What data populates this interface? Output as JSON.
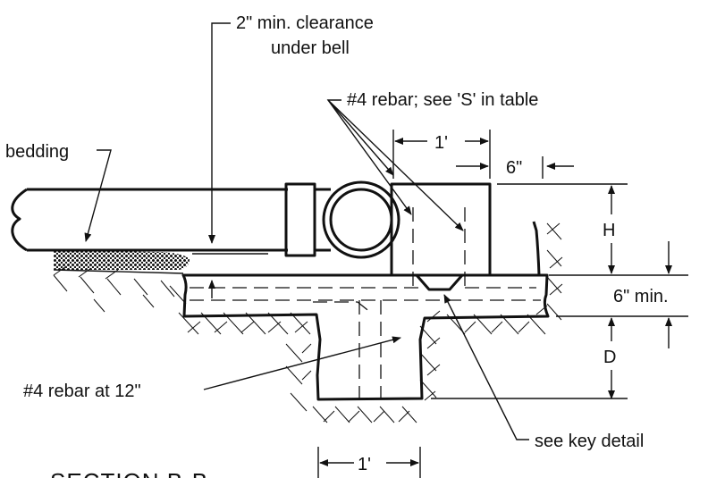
{
  "labels": {
    "clearance_line1": "2\" min. clearance",
    "clearance_line2": "under bell",
    "rebar_top": "#4 rebar; see 'S' in table",
    "bedding": "bedding",
    "dim_top_width": "1'",
    "dim_offset": "6\"",
    "dim_height": "H",
    "dim_min": "6\" min.",
    "dim_depth": "D",
    "rebar_bottom": "#4 rebar at 12\"",
    "key_detail": "see key detail",
    "dim_bottom_width": "1'",
    "section_title": "SECTION B-B"
  }
}
